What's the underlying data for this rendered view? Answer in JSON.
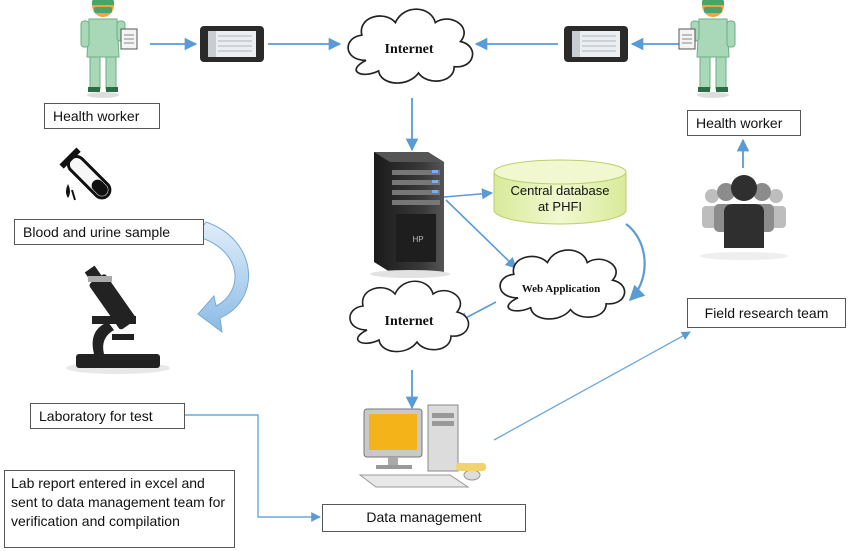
{
  "labels": {
    "health_worker_left": "Health worker",
    "health_worker_right": "Health worker",
    "blood_urine": "Blood and urine sample",
    "laboratory": "Laboratory for test",
    "lab_report": "Lab report entered in excel and sent to data management team for verification and compilation",
    "data_management": "Data management",
    "field_research": "Field research team",
    "internet_top": "Internet",
    "internet_bottom": "Internet",
    "web_application": "Web Application",
    "central_database": "Central database at PHFI"
  },
  "colors": {
    "arrow": "#5b9bd5",
    "line": "#6aa8dc",
    "database_fill": "#e7f2b6",
    "scrub": "#a8d8b8",
    "skin": "#f3a23c",
    "server": "#2b2b2b",
    "monitor_screen": "#f3b319"
  },
  "icons": [
    "health-worker-icon",
    "tablet-icon",
    "test-tube-icon",
    "microscope-icon",
    "server-icon",
    "desktop-computer-icon",
    "research-team-icon",
    "cloud-icon",
    "database-icon"
  ]
}
